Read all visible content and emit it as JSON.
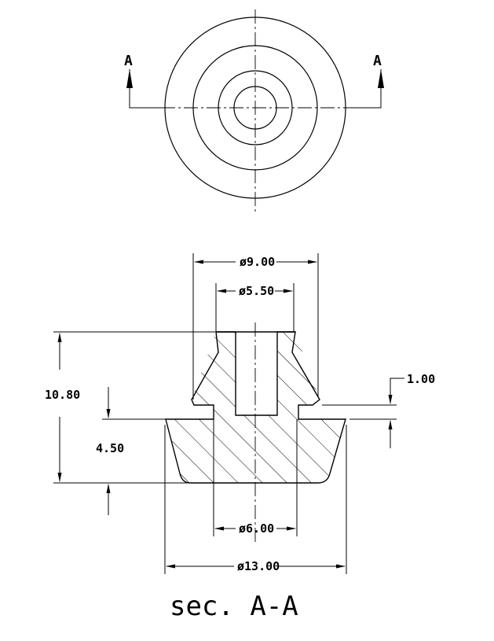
{
  "dimensions": {
    "outer_top_dia": "ø9.00",
    "inner_top_dia": "ø5.50",
    "bottom_inner_dia": "ø6.00",
    "bottom_outer_dia": "ø13.00",
    "total_height": "10.80",
    "base_height": "4.50",
    "groove_width": "1.00"
  },
  "section": {
    "cut_letter_left": "A",
    "cut_letter_right": "A",
    "label": "sec. A-A"
  }
}
